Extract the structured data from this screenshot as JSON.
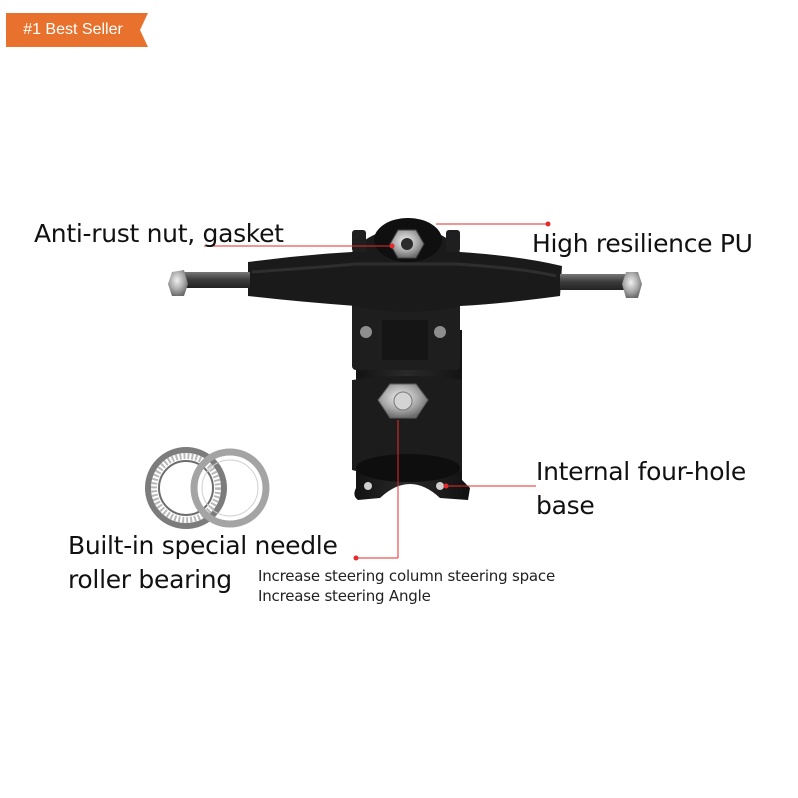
{
  "badge": {
    "label": "#1 Best Seller",
    "color": "#E8722D"
  },
  "callouts": {
    "anti_rust": "Anti-rust nut, gasket",
    "high_resilience": "High resilience PU",
    "four_hole_line1": "Internal four-hole",
    "four_hole_line2": "base",
    "bearing_line1": "Built-in special needle",
    "bearing_line2": "roller bearing",
    "note_line1": "Increase steering column steering space",
    "note_line2": "Increase steering Angle"
  },
  "colors": {
    "leader_line": "#E32B2B",
    "truck_body": "#1A1A1A",
    "bolt": "#B9B9B9",
    "bearing": "#9A9A9A"
  }
}
